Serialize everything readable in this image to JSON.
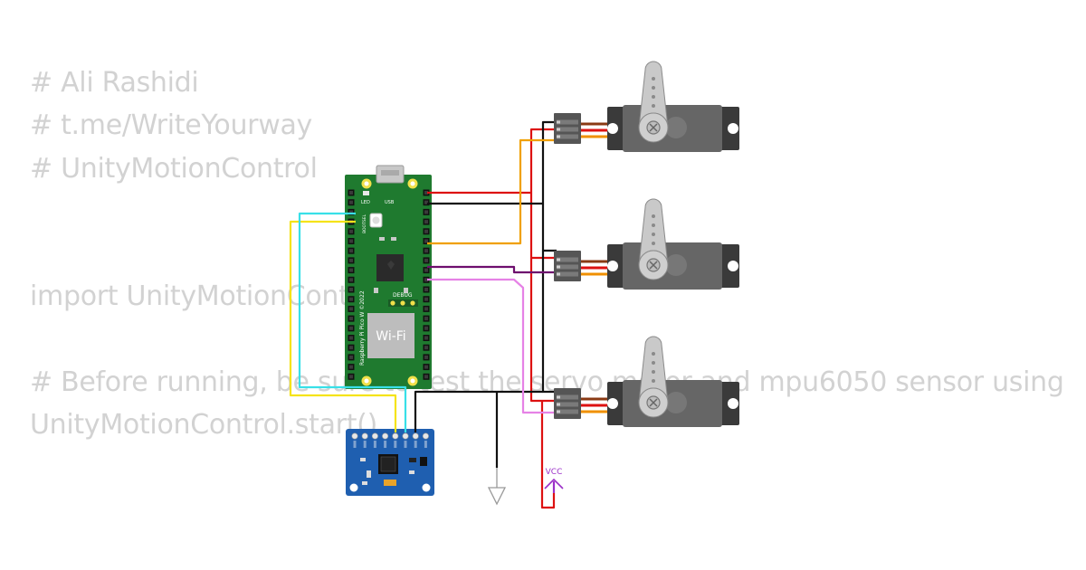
{
  "code_lines": [
    "# Ali Rashidi",
    "# t.me/WriteYourway",
    "# UnityMotionControl",
    "",
    "",
    "import UnityMotionControl",
    "",
    "# Before running, be sure to test the servo motor and mpu6050 sensor using",
    "UnityMotionControl.start()"
  ],
  "pico": {
    "usb_label": "USB",
    "led_label": "LED",
    "bootsel_label": "BOOTSEL",
    "debug_label": "DEBUG",
    "wifi_label": "Wi-Fi",
    "brand_text": "Raspberry Pi Pico W ©2022"
  },
  "vcc_label": "VCC",
  "colors": {
    "pcb_green": "#1f7a2f",
    "mpu_blue": "#1f5fb0",
    "servo_body": "#666666",
    "wire_red": "#dd1111",
    "wire_black": "#111111",
    "wire_orange": "#f0a000",
    "wire_purple": "#6e0f6e",
    "wire_pink": "#e682e6",
    "wire_yellow": "#f5e31a",
    "wire_cyan": "#38e0e8",
    "vcc_purple": "#9b30c8"
  }
}
